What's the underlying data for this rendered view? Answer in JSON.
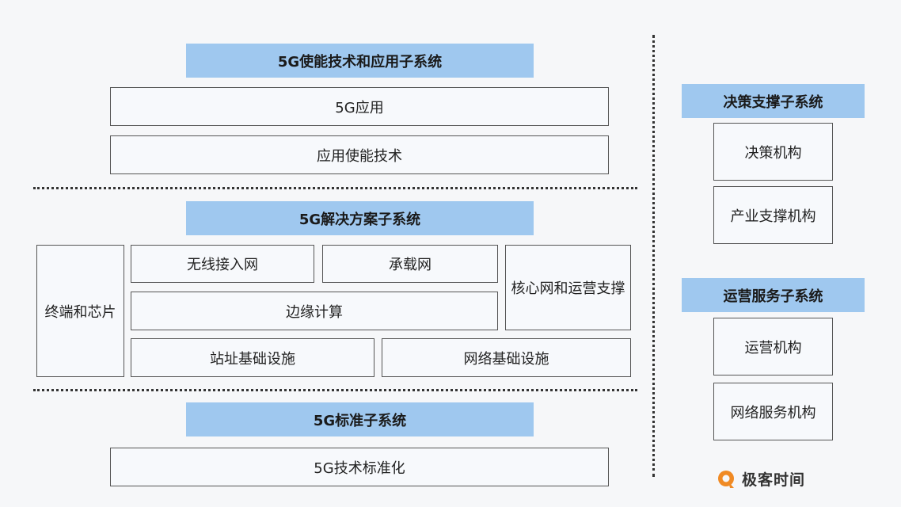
{
  "left": {
    "enabling_header": "5G使能技术和应用子系统",
    "app": "5G应用",
    "app_enabling": "应用使能技术",
    "solution_header": "5G解决方案子系统",
    "terminal": "终端和芯片",
    "wireless": "无线接入网",
    "bearer": "承载网",
    "core": "核心网和运营支撑",
    "edge": "边缘计算",
    "site": "站址基础设施",
    "network_infra": "网络基础设施",
    "standard_header": "5G标准子系统",
    "standard": "5G技术标准化"
  },
  "right": {
    "decision_header": "决策支撑子系统",
    "decision_org": "决策机构",
    "industry_org": "产业支撑机构",
    "operation_header": "运营服务子系统",
    "operation_org": "运营机构",
    "network_service_org": "网络服务机构"
  },
  "logo": {
    "text": "极客时间",
    "icon": "geektime-logo-icon"
  },
  "colors": {
    "header_fill": "#9fc8ef",
    "cell_fill": "#f7f9fc",
    "logo_orange": "#f08a24"
  }
}
